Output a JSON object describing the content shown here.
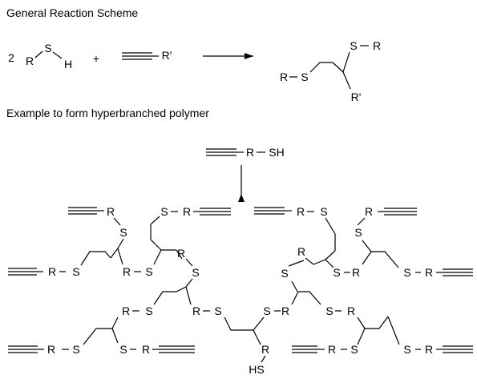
{
  "headings": {
    "general": "General Reaction Scheme",
    "example": "Example to form hyperbranched polymer"
  },
  "scheme": {
    "coefficient": "2",
    "plus": "+",
    "atoms": {
      "R": "R",
      "S": "S",
      "H": "H",
      "R_prime": "R'",
      "SH": "SH",
      "HS": "HS"
    }
  }
}
